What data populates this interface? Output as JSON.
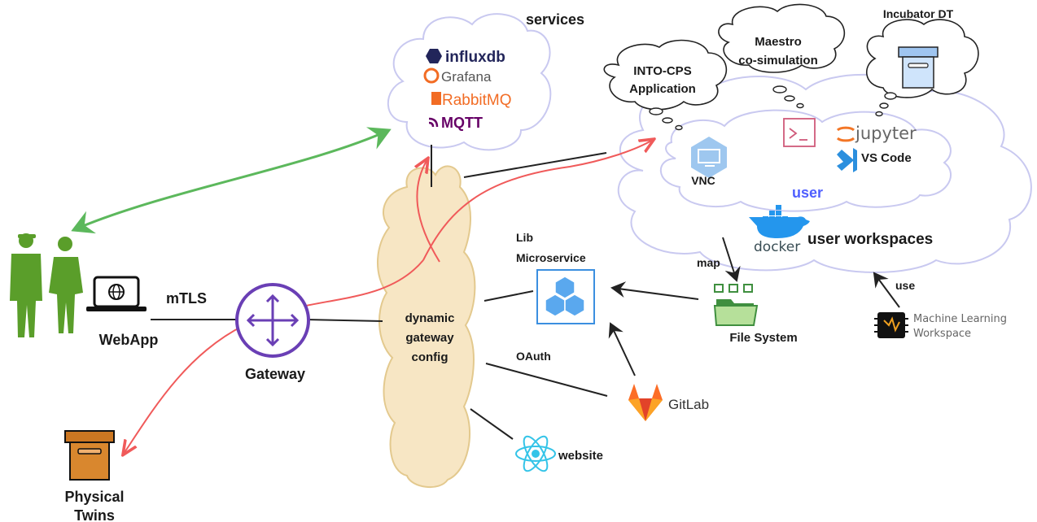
{
  "labels": {
    "services": "services",
    "incubator_dt": "Incubator DT",
    "maestro_line1": "Maestro",
    "maestro_line2": "co-simulation",
    "intocps_line1": "INTO-CPS",
    "intocps_line2": "Application",
    "vnc": "VNC",
    "user": "user",
    "user_workspaces": "user workspaces",
    "map": "map",
    "use": "use",
    "file_system": "File System",
    "lib_line1": "Lib",
    "lib_line2": "Microservice",
    "oauth": "OAuth",
    "gitlab": "GitLab",
    "website": "website",
    "gateway_cfg_line1": "dynamic",
    "gateway_cfg_line2": "gateway",
    "gateway_cfg_line3": "config",
    "gateway": "Gateway",
    "mtls": "mTLS",
    "webapp": "WebApp",
    "physical_line1": "Physical",
    "physical_line2": "Twins",
    "ml_line1": "Machine Learning",
    "ml_line2": "Workspace"
  },
  "logos": {
    "influxdb": "influxdb",
    "grafana": "Grafana",
    "rabbitmq": "RabbitMQ",
    "mqtt": "MQTT",
    "jupyter": "jupyter",
    "vscode": "VS Code",
    "docker": "docker"
  },
  "colors": {
    "green_arrow": "#5cb85c",
    "red_arrow": "#f05a5a",
    "service_cloud_stroke": "#c9c9f0",
    "gateway_cloud_fill": "#f7e6c4",
    "gateway_cloud_stroke": "#e3c98e",
    "gateway_purple": "#6a3fb5",
    "users_green": "#5a9e2a",
    "physical_orange": "#cc7722",
    "user_text": "#4f5fff",
    "lib_blue": "#3b8fe0"
  },
  "icons": [
    "person-icon",
    "globe-laptop-icon",
    "gateway-arrows-icon",
    "box-icon",
    "monitor-icon",
    "terminal-icon",
    "cubes-icon",
    "folder-icon",
    "gitlab-icon",
    "react-icon",
    "chip-icon",
    "docker-icon",
    "vscode-icon",
    "jupyter-icon",
    "incubator-box-icon"
  ]
}
